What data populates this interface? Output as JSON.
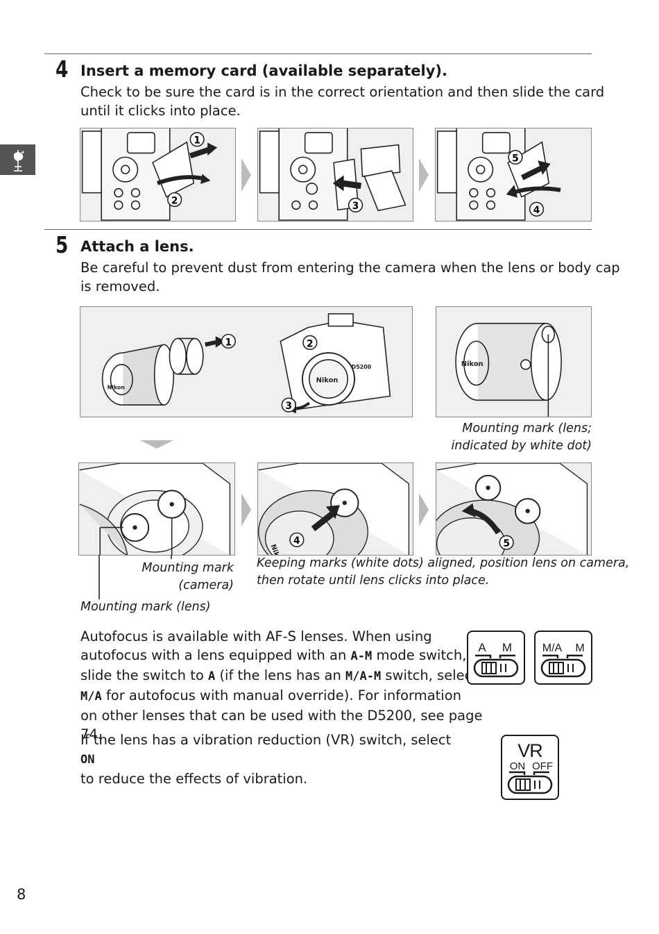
{
  "section_tab": {
    "icon": "rooster-icon"
  },
  "step4": {
    "number": "4",
    "title": "Insert a memory card (available separately).",
    "line1": "Check to be sure the card is in the correct orientation and then slide the card",
    "line2": "until it clicks into place.",
    "callouts": [
      "1",
      "2",
      "3",
      "4",
      "5"
    ]
  },
  "step5": {
    "number": "5",
    "title": "Attach a lens.",
    "line1": "Be careful to prevent dust from entering the camera when the lens or body cap",
    "line2": "is removed.",
    "callouts": [
      "1",
      "2",
      "3",
      "4",
      "5"
    ],
    "brand": "Nikon",
    "model": "D5200",
    "caption_lens_mark_1": "Mounting mark (lens;",
    "caption_lens_mark_2": "indicated by white dot)",
    "caption_camera_mark_1": "Mounting mark",
    "caption_camera_mark_2": "(camera)",
    "caption_lens_mark_bottom": "Mounting mark (lens)",
    "caption_align_1": "Keeping marks (white dots) aligned, position lens on camera,",
    "caption_align_2": "then rotate until lens clicks into place."
  },
  "af_para": {
    "l1": "Autofocus is available with AF-S lenses.  When using",
    "l2a": "autofocus with a lens equipped with an ",
    "l2b": "A-M",
    "l2c": " mode switch,",
    "l3a": "slide the switch to ",
    "l3b": "A",
    "l3c": " (if the lens has an ",
    "l3d": "M/A-M",
    "l3e": " switch, select",
    "l4a": "M/A",
    "l4b": " for autofocus with manual override).  For information",
    "l5": "on other lenses that can be used with the D5200, see page 74."
  },
  "switch_am": {
    "left": "A",
    "right": "M"
  },
  "switch_mam": {
    "left": "M/A",
    "right": "M"
  },
  "vr_para": {
    "l1a": "If the lens has a vibration reduction (VR) switch, select ",
    "l1b": "ON",
    "l2": "to reduce the effects of vibration."
  },
  "switch_vr": {
    "title": "VR",
    "left": "ON",
    "right": "OFF"
  },
  "page_number": "8"
}
